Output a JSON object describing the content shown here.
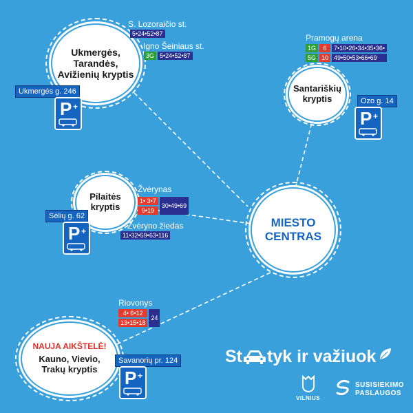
{
  "hubs": {
    "ukmerges": {
      "lines": [
        "Ukmergės,",
        "Tarandės,",
        "Avižienių kryptis"
      ]
    },
    "santariskiu": {
      "lines": [
        "Santariškių",
        "kryptis"
      ]
    },
    "pilaites": {
      "lines": [
        "Pilaitės",
        "kryptis"
      ]
    },
    "miesto": {
      "lines": [
        "MIESTO",
        "CENTRAS"
      ]
    },
    "kauno": {
      "badge": "NAUJA AIKŠTELĖ!",
      "lines": [
        "Kauno, Vievio,",
        "Trakų kryptis"
      ]
    }
  },
  "stops": {
    "lozoraicio": {
      "name": "S. Lozoraičio st.",
      "routes": [
        "5•24•52•87"
      ]
    },
    "seiniaus": {
      "name": "Igno Šeiniaus st.",
      "route_a": "3G",
      "route_b": "5•24•52•87"
    },
    "pramogu": {
      "name": "Pramogų arena",
      "row1": [
        "1G",
        "6",
        "7•10•26•34•35•36•"
      ],
      "row2": [
        "5G",
        "10",
        "49•50•53•66•69"
      ]
    },
    "zverynas": {
      "name": "Žvėrynas",
      "red1": "1• 3•7",
      "red2": "9•19",
      "navy": "30•49•69"
    },
    "zveryno_ziedas": {
      "name": "Žvėryno žiedas",
      "routes": "11•32•59•63•116"
    },
    "riovonys": {
      "name": "Riovonys",
      "red1": "4• 6•12",
      "red2": "13•15•18",
      "navy": "24"
    }
  },
  "parking": {
    "ukmerges": "Ukmergės g. 246",
    "ozo": "Ozo g. 14",
    "seliu": "Sėlių g. 62",
    "savanoriu": "Savanorių pr. 124"
  },
  "parking_sign": {
    "letter": "P",
    "plus": "+"
  },
  "brand": {
    "part1": "St",
    "part2": "tyk ir važiuok"
  },
  "logos": {
    "vilnius": "VILNIUS",
    "susisiekimo_1": "SUSISIEKIMO",
    "susisiekimo_2": "PASLAUGOS"
  },
  "colors": {
    "background": "#3aa0dc",
    "blue_tag": "#1565c0",
    "red": "#e33b2e",
    "green": "#2e9e3a",
    "navy": "#2b2f8f",
    "badge_red": "#e03030"
  }
}
